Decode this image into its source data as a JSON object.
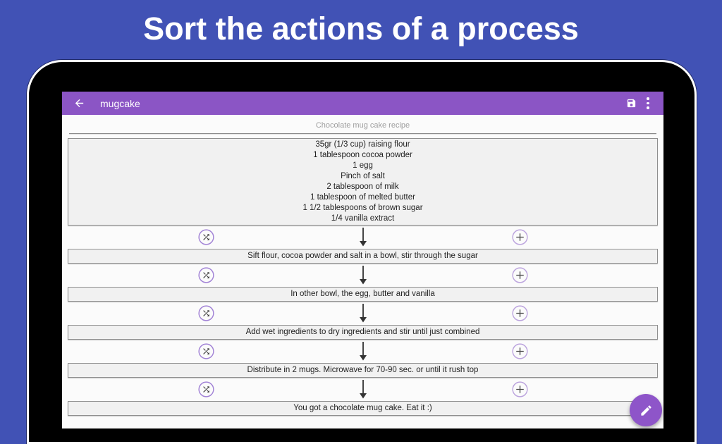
{
  "page_title": "Sort the actions of a process",
  "app": {
    "toolbar": {
      "title": "mugcake",
      "back_icon": "arrow-left",
      "save_icon": "floppy-disk",
      "menu_icon": "vertical-dots"
    },
    "header": "Chocolate mug cake recipe",
    "ingredients": [
      "35gr (1/3 cup) raising flour",
      "1 tablespoon cocoa powder",
      "1 egg",
      "Pinch of salt",
      "2 tablespoon of milk",
      "1 tablespoon of melted butter",
      "1 1/2 tablespoons of brown sugar",
      "1/4 vanilla extract"
    ],
    "steps": [
      "Sift flour, cocoa powder and salt in a bowl, stir through the sugar",
      "In other bowl, the egg, butter and vanilla",
      "Add wet ingredients to dry ingredients and stir until just combined",
      "Distribute in 2 mugs. Microwave for 70-90 sec. or until it rush top",
      "You got a chocolate mug cake. Eat it :)"
    ],
    "connector_icons": {
      "left": "shuffle-icon",
      "center": "down-arrow-icon",
      "right": "plus-icon"
    },
    "fab_icon": "pencil"
  },
  "colors": {
    "background": "#4152B5",
    "toolbar": "#8B55C5",
    "fab": "#8E55C9",
    "box_bg": "#F1F1F1",
    "box_border": "#8F8F8F"
  }
}
